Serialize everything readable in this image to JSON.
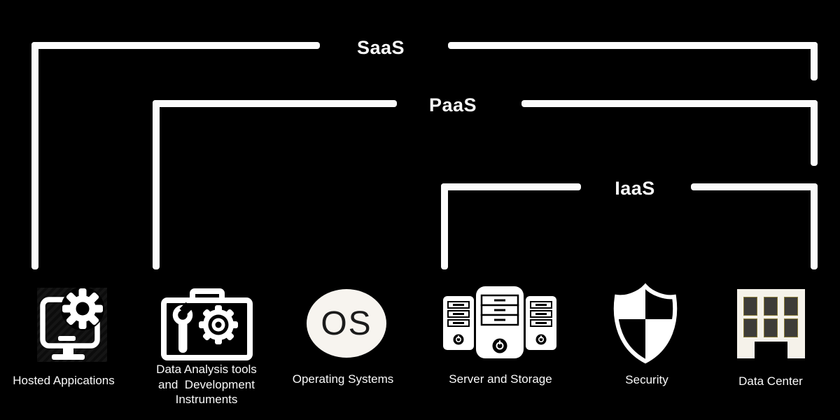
{
  "colors": {
    "background": "#000000",
    "line": "#fbfbfb",
    "text": "#fafafa",
    "os_text": "#1b1b1b",
    "building_body": "#f5f2ea",
    "building_window": "#3d3c38"
  },
  "brackets": [
    {
      "id": "saas",
      "label": "SaaS"
    },
    {
      "id": "paas",
      "label": "PaaS"
    },
    {
      "id": "iaas",
      "label": "IaaS"
    }
  ],
  "items": [
    {
      "icon": "monitor-gear-icon",
      "label_lines": [
        "Hosted Appications"
      ]
    },
    {
      "icon": "toolbox-gear-icon",
      "label_lines": [
        "Data Analysis tools",
        "and  Development",
        "Instruments"
      ]
    },
    {
      "icon": "os-circle-icon",
      "icon_text": "OS",
      "label_lines": [
        "Operating Systems"
      ]
    },
    {
      "icon": "server-stack-icon",
      "label_lines": [
        "Server and Storage"
      ]
    },
    {
      "icon": "shield-icon",
      "label_lines": [
        "Security"
      ]
    },
    {
      "icon": "building-icon",
      "label_lines": [
        "Data Center"
      ]
    }
  ]
}
